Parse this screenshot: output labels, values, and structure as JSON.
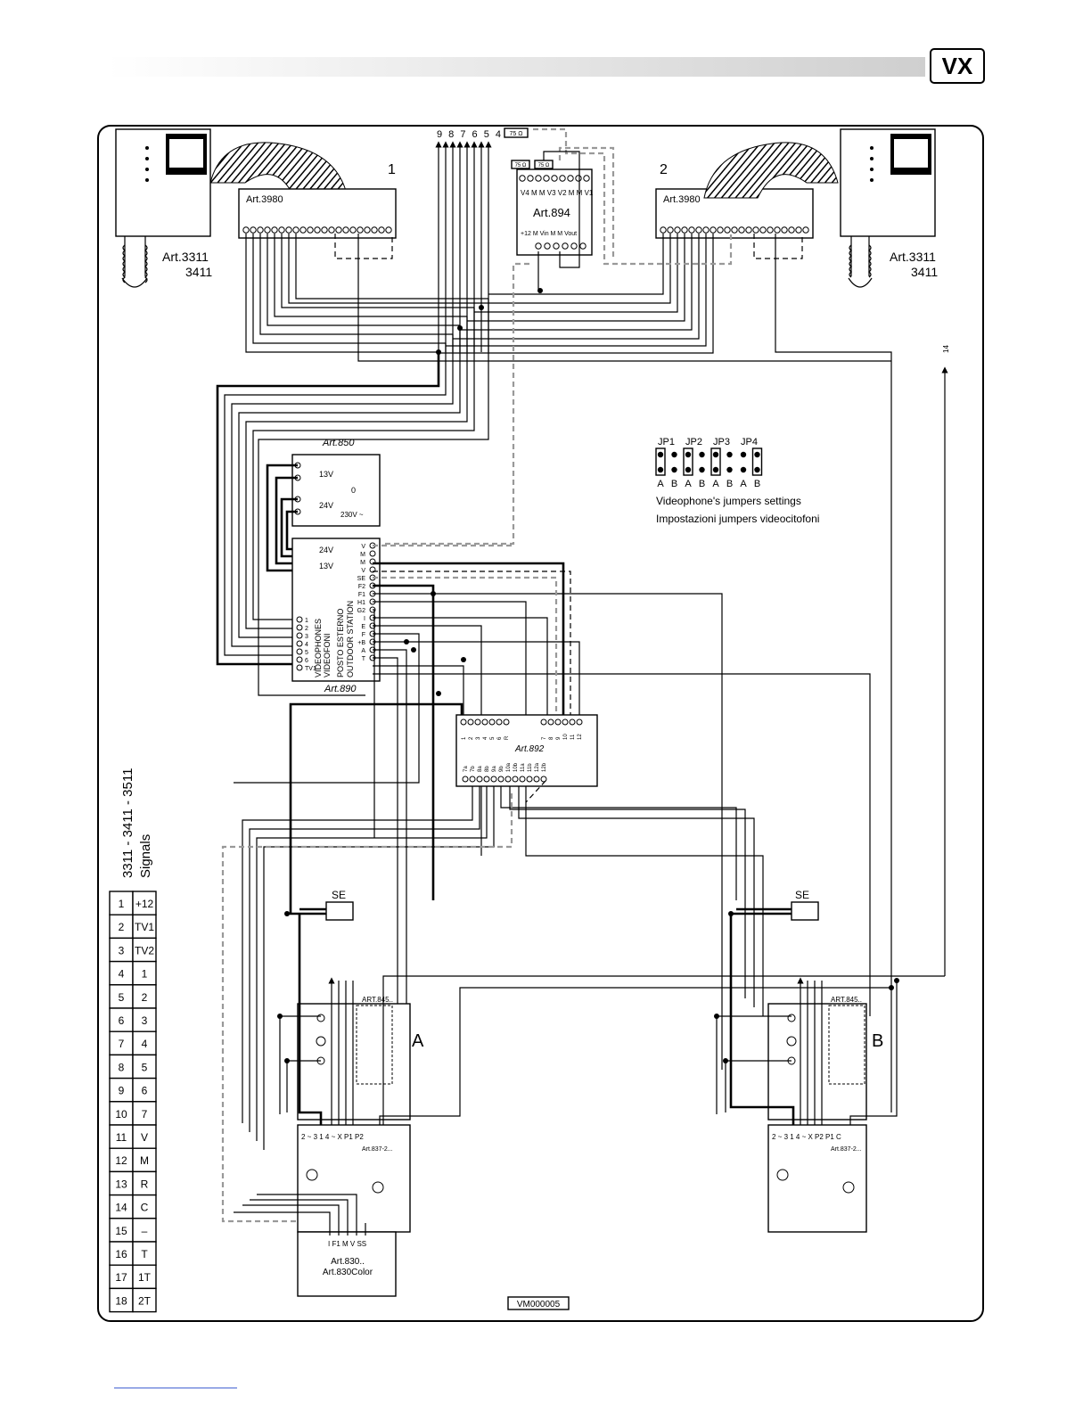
{
  "header": {
    "logo": "VX"
  },
  "modules": {
    "monitor_left": {
      "model": "Art.3311",
      "model2": "3411"
    },
    "monitor_right": {
      "model": "Art.3311",
      "model2": "3411"
    },
    "interface_left": {
      "label": "Art.3980",
      "index": "1"
    },
    "interface_right": {
      "label": "Art.3980",
      "index": "2"
    },
    "switcher": {
      "label": "Art.894",
      "top_terms": "V4 M M V3 V2 M M V1",
      "bottom_terms": "+12 M Vin M M Vout",
      "res1": "75 Ω",
      "res2": "75 Ω",
      "res3": "75 Ω"
    },
    "bus_numbers": "9 8 7 6 5 4 2",
    "psu": {
      "label": "Art.850",
      "v13": "13V",
      "v24": "24V",
      "zero": "0",
      "mains": "230V ~"
    },
    "outdoor": {
      "label": "Art.890",
      "v24": "24V",
      "v13": "13V",
      "title1": "POSTO ESTERNO",
      "title2": "OUTDOOR STATION",
      "title3": "VIDEOPHONES",
      "title4": "VIDEOFONI",
      "right_terms": [
        "V",
        "M",
        "M",
        "V",
        "SE",
        "F2",
        "F1",
        "H1",
        "G2",
        "I",
        "E",
        "F",
        "+B",
        "A",
        "T"
      ],
      "left_terms": [
        "1",
        "2",
        "3",
        "4",
        "5",
        "6",
        "TV1"
      ]
    },
    "distributor": {
      "label": "Art.892",
      "top_terms": [
        "1",
        "2",
        "3",
        "4",
        "5",
        "6",
        "R",
        "7",
        "8",
        "9",
        "10",
        "11",
        "12"
      ],
      "bottom_terms": [
        "7a",
        "7b",
        "8a",
        "8b",
        "9a",
        "9b",
        "10a",
        "10b",
        "11a",
        "11b",
        "12a",
        "12b"
      ]
    },
    "se_left": "SE",
    "se_right": "SE",
    "panel_a": {
      "letter": "A",
      "buttons": "ART.845..",
      "module": "Art.837-2...",
      "terms": "2 ~ 3 1 4 ~ X P1 P2"
    },
    "panel_b": {
      "letter": "B",
      "buttons": "ART.845..",
      "module": "Art.837-2...",
      "terms": "2 ~ 3 1 4 ~ X P2 P1 C"
    },
    "camera": {
      "label1": "Art.830..",
      "label2": "Art.830Color",
      "terms": "I F1 M V SS"
    },
    "arrow_label": "14"
  },
  "jumpers": {
    "names": [
      "JP1",
      "JP2",
      "JP3",
      "JP4"
    ],
    "positions": [
      "A",
      "B",
      "A",
      "B",
      "A",
      "B",
      "A",
      "B"
    ],
    "caption_en": "Videophone's jumpers settings",
    "caption_it": "Impostazioni jumpers videocitofoni"
  },
  "signals_table": {
    "title": "3311 - 3411 - 3511",
    "subtitle": "Signals",
    "rows": [
      [
        "1",
        "+12"
      ],
      [
        "2",
        "TV1"
      ],
      [
        "3",
        "TV2"
      ],
      [
        "4",
        "1"
      ],
      [
        "5",
        "2"
      ],
      [
        "6",
        "3"
      ],
      [
        "7",
        "4"
      ],
      [
        "8",
        "5"
      ],
      [
        "9",
        "6"
      ],
      [
        "10",
        "7"
      ],
      [
        "11",
        "V"
      ],
      [
        "12",
        "M"
      ],
      [
        "13",
        "R"
      ],
      [
        "14",
        "C"
      ],
      [
        "15",
        "–"
      ],
      [
        "16",
        "T"
      ],
      [
        "17",
        "1T"
      ],
      [
        "18",
        "2T"
      ]
    ]
  },
  "drawing_code": "VM000005",
  "colors": {
    "line": "#000000",
    "shield": "#999999",
    "header_bar": "#d9d9d9"
  }
}
